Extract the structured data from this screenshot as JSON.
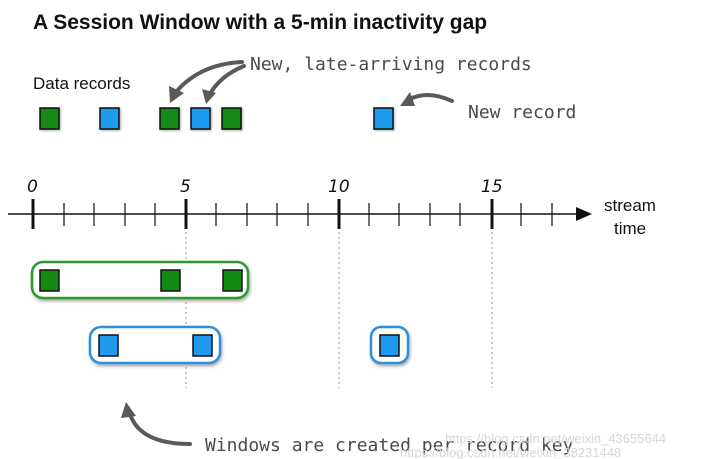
{
  "title": "A Session Window with a 5-min inactivity gap",
  "labels": {
    "data_records": "Data records",
    "late_records": "New, late-arriving records",
    "new_record": "New record",
    "windows_note": "Windows are created per record key",
    "axis_line1": "stream",
    "axis_line2": "time"
  },
  "axis": {
    "tick_labels": [
      "0",
      "5",
      "10",
      "15"
    ]
  },
  "watermark": {
    "line1": "https://blog.csdn.net/weixin_43655644",
    "line2": "https://blog.csdn.net/weixin_38231448"
  },
  "colors": {
    "green_fill": "#128a12",
    "blue_fill": "#1e9bef",
    "green_border": "#2f9a2f",
    "blue_border": "#2f8fdc"
  },
  "records": {
    "green_key": "green",
    "blue_key": "blue"
  }
}
